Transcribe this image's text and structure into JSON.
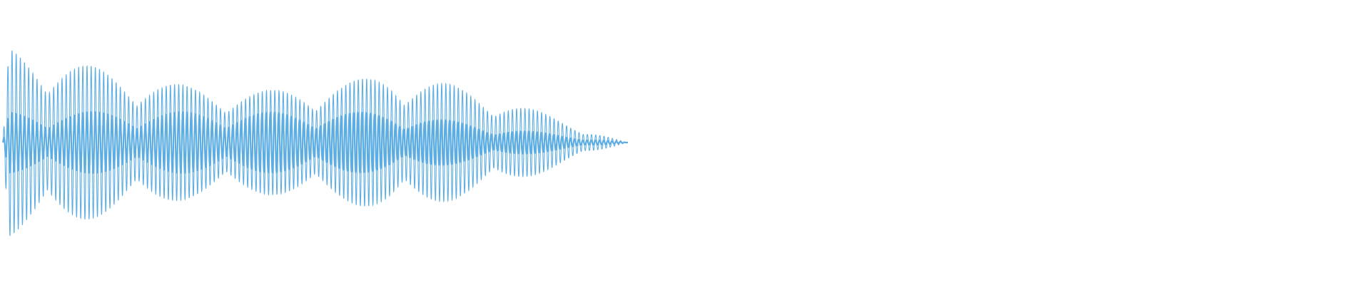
{
  "waveform": {
    "color": "#5dade2",
    "type": "decaying-oscillation",
    "cycles": 150,
    "beat_cycles": 7,
    "decay_profile": "plateau-then-linear-decay",
    "background": "#ffffff"
  }
}
